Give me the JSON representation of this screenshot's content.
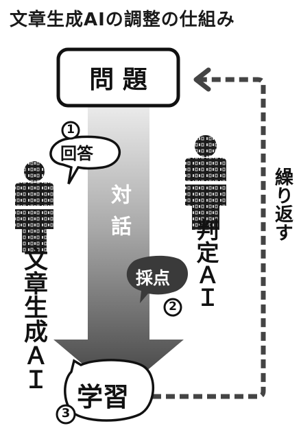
{
  "title": "文章生成AIの調整の仕組み",
  "problem_label": "問 題",
  "answer_label": "回答",
  "answer_num": "1",
  "dialogue_label": "対話",
  "judge_label": "判定ＡＩ",
  "score_label": "採点",
  "score_num": "2",
  "generator_label": "文章生成ＡＩ",
  "learn_label": "学習",
  "learn_num": "3",
  "repeat_label": "繰り返す"
}
